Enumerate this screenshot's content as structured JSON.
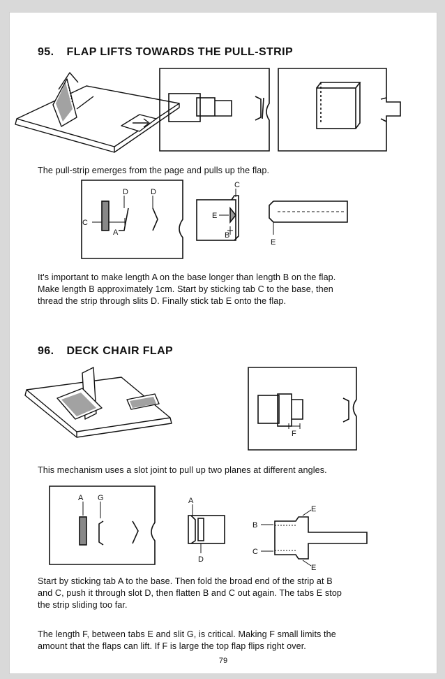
{
  "section95": {
    "number": "95.",
    "title": "FLAP LIFTS TOWARDS THE PULL-STRIP",
    "caption": "The pull-strip emerges from the page and pulls up the flap.",
    "labels": {
      "A": "A",
      "B": "B",
      "C": "C",
      "D": "D",
      "E": "E"
    },
    "body": [
      "It's important to make length A on the base longer than length B on the flap.",
      "Make length B approximately 1cm. Start by sticking tab C to the base, then",
      "thread the strip through slits D. Finally stick tab E onto the flap."
    ]
  },
  "section96": {
    "number": "96.",
    "title": "DECK CHAIR FLAP",
    "caption": "This mechanism uses a slot joint to pull up two planes at different angles.",
    "labels": {
      "A": "A",
      "B": "B",
      "C": "C",
      "D": "D",
      "E": "E",
      "F": "F",
      "G": "G"
    },
    "body1": [
      "Start by sticking tab A to the base. Then fold the broad end of the strip at B",
      "and C, push it through slot D, then flatten B and C out again. The tabs E stop",
      "the strip sliding too far."
    ],
    "body2": [
      "The length F,  between tabs E and slit G, is critical. Making F small limits the",
      "amount that the flaps can lift. If F is large the top flap flips right over."
    ]
  },
  "page_number": "79"
}
